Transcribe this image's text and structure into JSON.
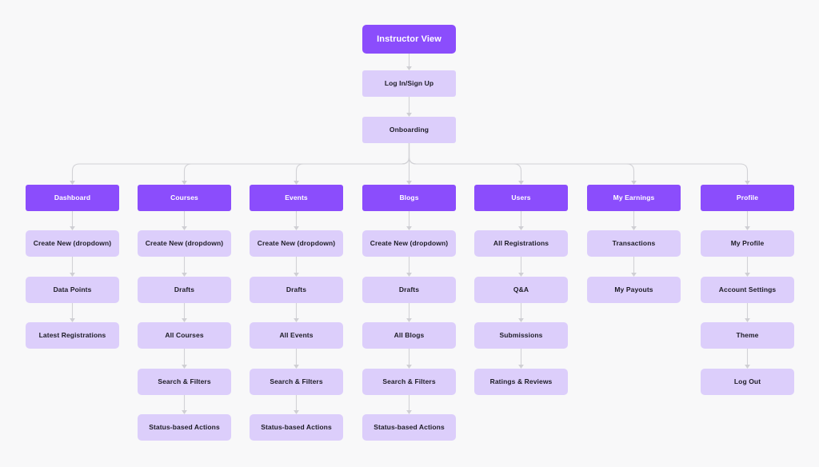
{
  "diagram": {
    "title": "Instructor View",
    "type": "sitemap-flowchart",
    "colors": {
      "background": "#f8f8f9",
      "primary": "#8b4dfc",
      "primary_text": "#ffffff",
      "secondary": "#dccefb",
      "secondary_text": "#1d1c26",
      "connector": "#d2d2d6"
    },
    "root": {
      "label": "Instructor View"
    },
    "stem": [
      {
        "label": "Log In/Sign Up"
      },
      {
        "label": "Onboarding"
      }
    ],
    "columns": [
      {
        "head": "Dashboard",
        "items": [
          "Create New (dropdown)",
          "Data Points",
          "Latest Registrations"
        ]
      },
      {
        "head": "Courses",
        "items": [
          "Create New (dropdown)",
          "Drafts",
          "All Courses",
          "Search & Filters",
          "Status-based Actions"
        ]
      },
      {
        "head": "Events",
        "items": [
          "Create New (dropdown)",
          "Drafts",
          "All Events",
          "Search & Filters",
          "Status-based Actions"
        ]
      },
      {
        "head": "Blogs",
        "items": [
          "Create New (dropdown)",
          "Drafts",
          "All Blogs",
          "Search & Filters",
          "Status-based Actions"
        ]
      },
      {
        "head": "Users",
        "items": [
          "All Registrations",
          "Q&A",
          "Submissions",
          "Ratings & Reviews"
        ]
      },
      {
        "head": "My Earnings",
        "items": [
          "Transactions",
          "My Payouts"
        ]
      },
      {
        "head": "Profile",
        "items": [
          "My Profile",
          "Account Settings",
          "Theme",
          "Log Out"
        ]
      }
    ]
  }
}
